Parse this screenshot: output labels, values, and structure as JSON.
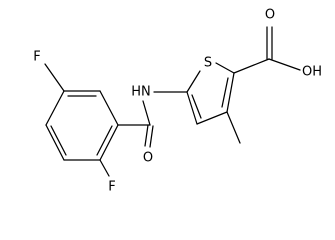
{
  "structure": {
    "atom_labels": {
      "fluorine_top": "F",
      "fluorine_bottom": "F",
      "amide_nitrogen": "HN",
      "carbonyl_oxygen": "O",
      "ring_sulfur": "S",
      "carbonyl_oxygen_acid": "O",
      "hydroxyl": "OH"
    },
    "colors": {
      "bonds": "#000000",
      "labels": "#000000",
      "background": "#ffffff"
    }
  }
}
